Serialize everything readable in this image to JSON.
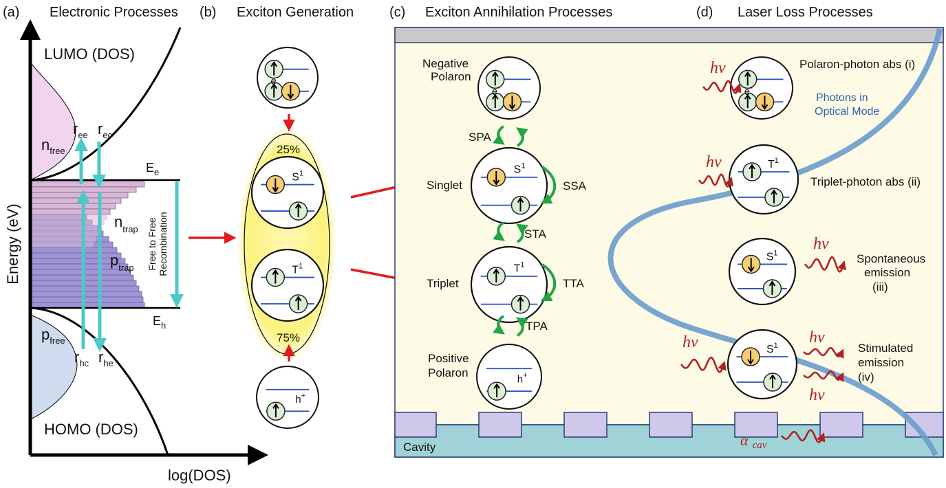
{
  "panels": {
    "a": {
      "letter": "(a)",
      "title": "Electronic Processes"
    },
    "b": {
      "letter": "(b)",
      "title": "Exciton Generation"
    },
    "c": {
      "letter": "(c)",
      "title": "Exciton Annihilation Processes"
    },
    "d": {
      "letter": "(d)",
      "title": "Laser Loss Processes"
    }
  },
  "panel_a": {
    "ylabel": "Energy (eV)",
    "xlabel": "log(DOS)",
    "lumo": "LUMO (DOS)",
    "homo": "HOMO (DOS)",
    "n_free": {
      "main": "n",
      "sub": "free"
    },
    "p_free": {
      "main": "p",
      "sub": "free"
    },
    "n_trap": {
      "main": "n",
      "sub": "trap"
    },
    "p_trap": {
      "main": "p",
      "sub": "trap"
    },
    "r_ee": {
      "main": "r",
      "sub": "ee"
    },
    "r_ec": {
      "main": "r",
      "sub": "ec"
    },
    "r_hc": {
      "main": "r",
      "sub": "hc"
    },
    "r_he": {
      "main": "r",
      "sub": "he"
    },
    "e_e": {
      "main": "E",
      "sub": "e"
    },
    "e_h": {
      "main": "E",
      "sub": "h"
    },
    "ftf_line1": "Free to Free",
    "ftf_line2": "Recombination"
  },
  "panel_b": {
    "electron": "e",
    "hole": "h",
    "singlet_pct": "25%",
    "triplet_pct": "75%",
    "s1": "S",
    "t1": "T",
    "one": "1"
  },
  "panel_c": {
    "neg_polaron_1": "Negative",
    "neg_polaron_2": "Polaron",
    "pos_polaron_1": "Positive",
    "pos_polaron_2": "Polaron",
    "singlet": "Singlet",
    "triplet": "Triplet",
    "spa": "SPA",
    "ssa": "SSA",
    "sta": "STA",
    "tta": "TTA",
    "tpa": "TPA",
    "cavity": "Cavity"
  },
  "panel_d": {
    "photons_1": "Photons in",
    "photons_2": "Optical Mode",
    "polaron_photon": "Polaron-photon abs (i)",
    "triplet_photon": "Triplet-photon abs (ii)",
    "spont_1": "Spontaneous",
    "spont_2": "emission",
    "spont_3": "(iii)",
    "stim_1": "Stimulated",
    "stim_2": "emission",
    "stim_3": "(iv)",
    "hv": "hv",
    "alpha": "α",
    "alpha_sub": "cav"
  },
  "colors": {
    "red_arrow": "#e31a1c",
    "green_arrow": "#22a447",
    "cyan_arrow": "#4cc9c9",
    "photon_mode": "#6a9ccc",
    "photon_text": "#2b5faa",
    "cavity_fill": "#9fd3d8",
    "grating_fill": "#cfc8ea",
    "panel_bg": "#fdfbe6",
    "orbital_line": "#2a4fb8",
    "spin_green": "#dcefd6",
    "spin_orange": "#f6cf75",
    "trap_pink": "#d9b8d6",
    "trap_purple": "#9e95d8",
    "nfree_fill": "#f1d4ee",
    "pfree_fill": "#cfdcf0",
    "wave_red": "#b22222"
  }
}
